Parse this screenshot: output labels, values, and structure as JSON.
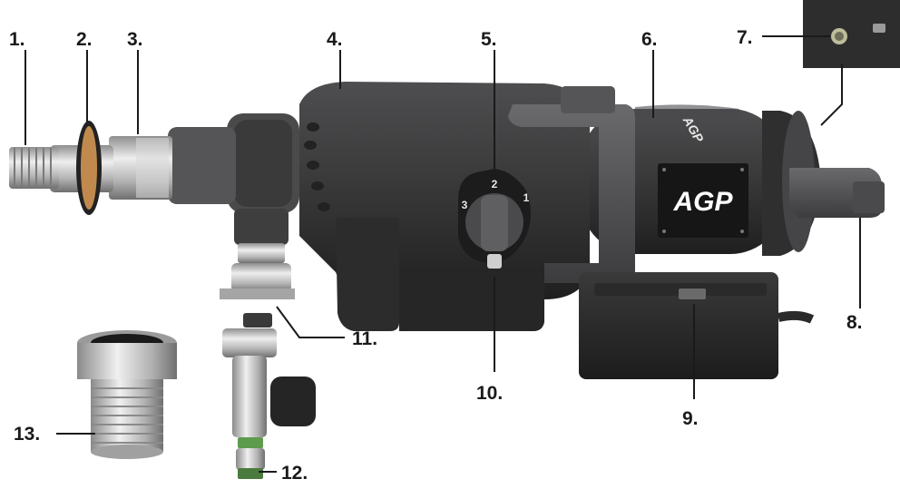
{
  "labels": {
    "l1": "1.",
    "l2": "2.",
    "l3": "3.",
    "l4": "4.",
    "l5": "5.",
    "l6": "6.",
    "l7": "7.",
    "l8": "8.",
    "l9": "9.",
    "l10": "10.",
    "l11": "11.",
    "l12": "12.",
    "l13": "13."
  },
  "brand": {
    "logo_text": "AGP",
    "side_text": "AGP"
  },
  "speed_selector": {
    "marks": [
      "1",
      "2",
      "3"
    ]
  },
  "colors": {
    "body": "#3b3b3c",
    "body_dark": "#272728",
    "grip": "#5a5a5c",
    "metal": "#c9c9c9",
    "label_text": "#1a1a1a"
  }
}
